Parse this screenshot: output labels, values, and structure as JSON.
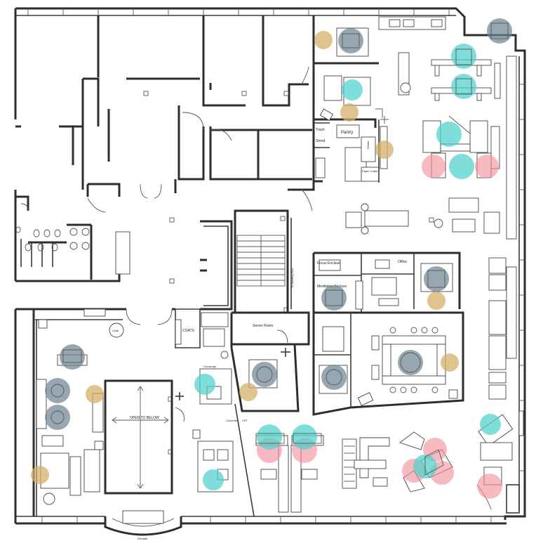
{
  "labels": {
    "trash": "Trash",
    "shred": "Shred",
    "pantry": "Pantry",
    "paper_cutter": "Paper Cutter",
    "printer": "Printer",
    "coats": "COATS",
    "chair": "Chair",
    "concierge": "Concierge",
    "open_to_below": "OPEN TO BELOW",
    "server_room": "Server Room",
    "focus_enclave": "Focus Enclave",
    "meditation_enclave": "Meditation Enclave",
    "office": "Office",
    "concrete": "Concrete",
    "cpt": "CPT",
    "elevator": "Elevator"
  },
  "markers": {
    "colors": {
      "tan": "#d4b06a",
      "gray": "#6f8593",
      "cyan": "#4fd1cc",
      "pink": "#f1909a"
    }
  }
}
